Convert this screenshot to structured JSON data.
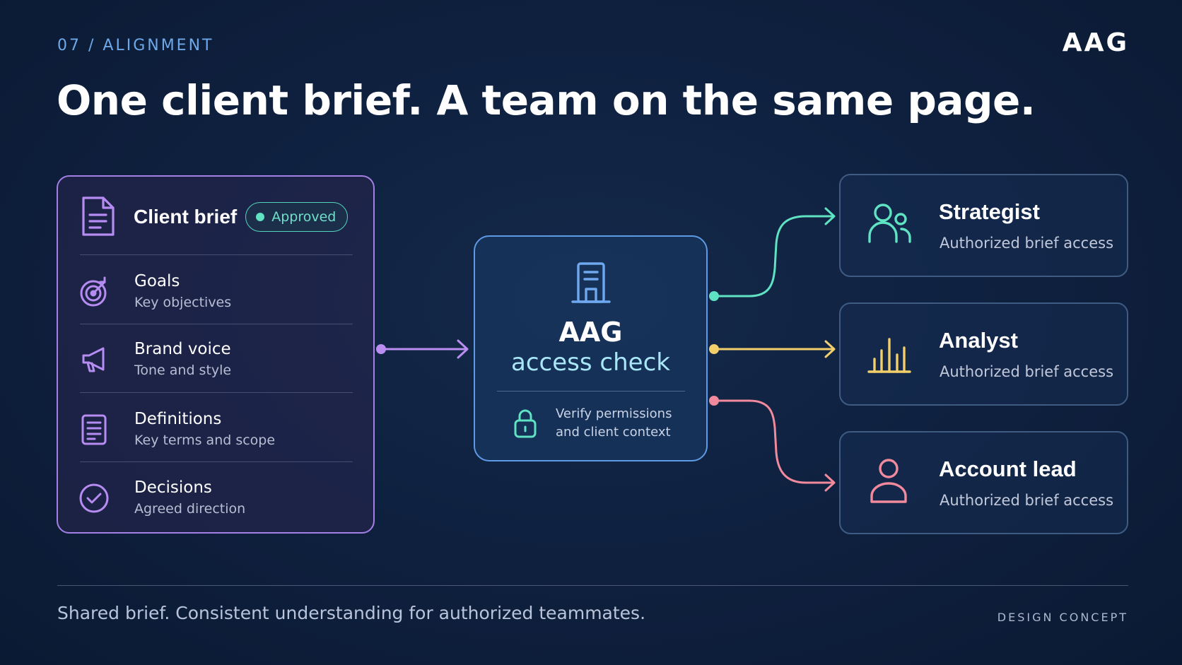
{
  "eyebrow": "07 / ALIGNMENT",
  "logo": "AAG",
  "headline": "One client brief. A team on the same page.",
  "brief": {
    "title": "Client brief",
    "badge": "Approved",
    "items": [
      {
        "label": "Goals",
        "sub": "Key objectives",
        "icon": "target-icon"
      },
      {
        "label": "Brand voice",
        "sub": "Tone and style",
        "icon": "megaphone-icon"
      },
      {
        "label": "Definitions",
        "sub": "Key terms and scope",
        "icon": "document-list-icon"
      },
      {
        "label": "Decisions",
        "sub": "Agreed direction",
        "icon": "check-circle-icon"
      }
    ]
  },
  "access": {
    "title": "AAG",
    "subtitle": "access check",
    "note_line1": "Verify permissions",
    "note_line2": "and client context"
  },
  "roles": [
    {
      "name": "Strategist",
      "sub": "Authorized brief access",
      "icon": "users-icon",
      "color": "#5fe3c2"
    },
    {
      "name": "Analyst",
      "sub": "Authorized brief access",
      "icon": "bar-chart-icon",
      "color": "#f2cf6a"
    },
    {
      "name": "Account lead",
      "sub": "Authorized brief access",
      "icon": "user-icon",
      "color": "#f08a9c"
    }
  ],
  "colors": {
    "brief_border": "#a47fe6",
    "approved": "#5fe3c2",
    "access_border": "#5f9ae4",
    "strategist": "#5fe3c2",
    "analyst": "#f2cf6a",
    "account_lead": "#f08a9c"
  },
  "footer": {
    "text": "Shared brief. Consistent understanding for authorized teammates.",
    "tag": "DESIGN CONCEPT"
  }
}
